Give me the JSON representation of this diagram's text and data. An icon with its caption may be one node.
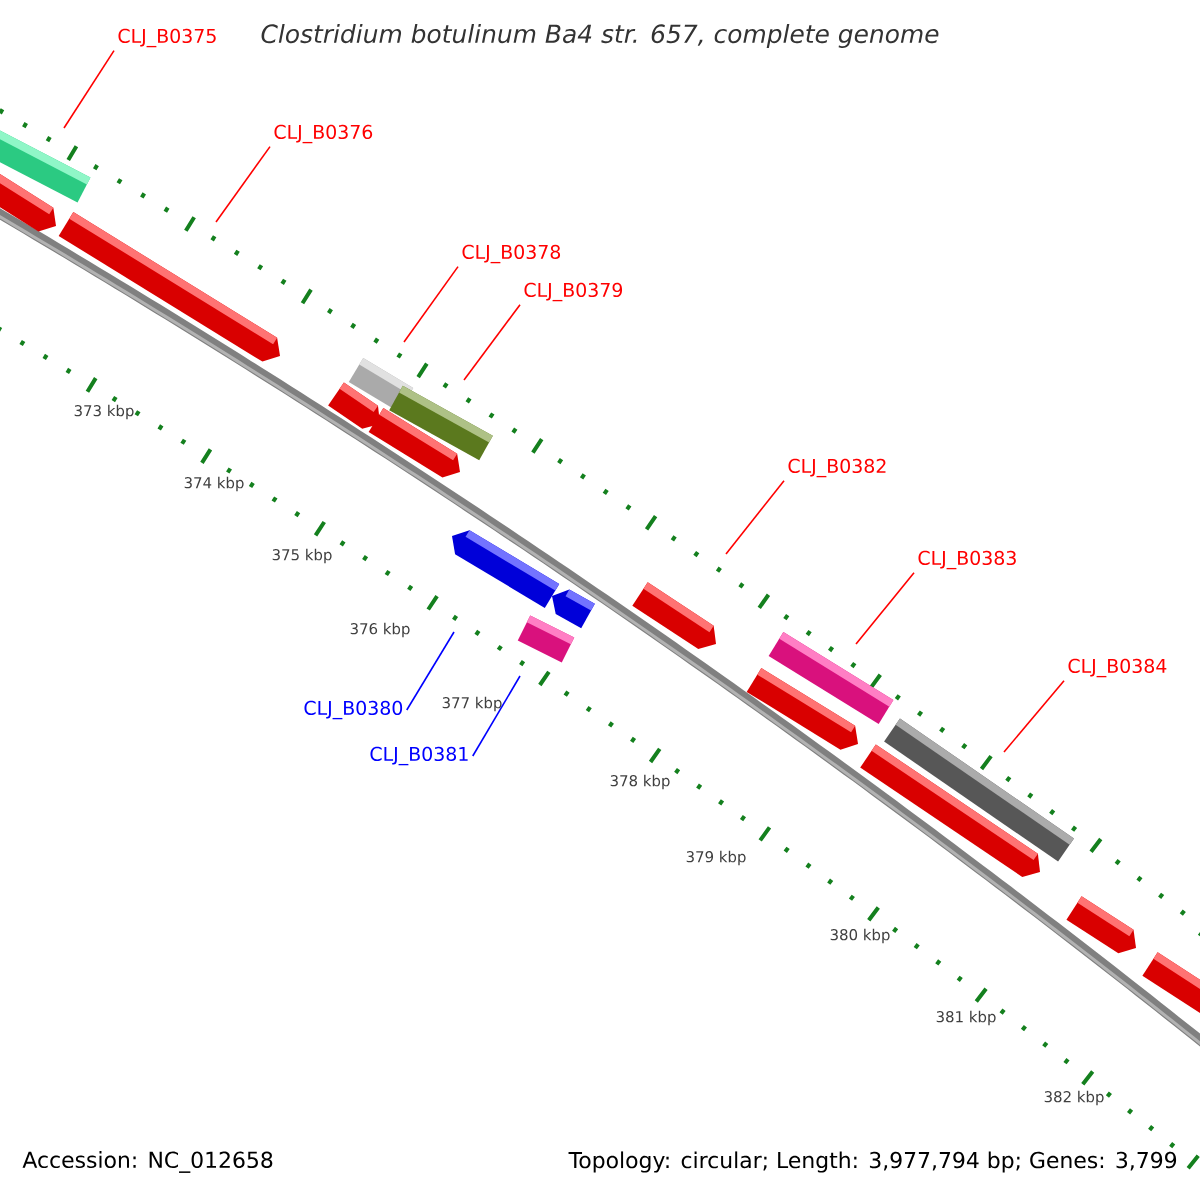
{
  "diagram": {
    "title": "Clostridium botulinum Ba4 str. 657, complete genome",
    "nodes": [
      {
        "text": [
          "CLJ_B0375"
        ]
      },
      {
        "text": [
          "CLJ_B0376"
        ]
      },
      {
        "text": [
          "CLJ_B0378"
        ]
      },
      {
        "text": [
          "CLJ_B0379"
        ]
      },
      {
        "text": [
          "CLJ_B0382"
        ]
      },
      {
        "text": [
          "CLJ_B0383"
        ]
      },
      {
        "text": [
          "CLJ_B0384"
        ]
      },
      {
        "text": [
          "CLJ_B0380"
        ]
      },
      {
        "text": [
          "CLJ_B0381"
        ]
      }
    ],
    "edges": [
      {
        "from": 0,
        "to": null,
        "arrow": "none"
      },
      {
        "from": 1,
        "to": null,
        "arrow": "none"
      },
      {
        "from": 2,
        "to": null,
        "arrow": "none"
      },
      {
        "from": 3,
        "to": null,
        "arrow": "none"
      },
      {
        "from": 4,
        "to": null,
        "arrow": "none"
      },
      {
        "from": 5,
        "to": null,
        "arrow": "none"
      },
      {
        "from": 6,
        "to": null,
        "arrow": "none"
      },
      {
        "from": 7,
        "to": null,
        "arrow": "none",
        "color": "#0000ff"
      },
      {
        "from": 8,
        "to": null,
        "arrow": "none",
        "color": "#0000ff"
      }
    ],
    "labels": [
      "373 kbp",
      "374 kbp",
      "375 kbp",
      "376 kbp",
      "377 kbp",
      "378 kbp",
      "379 kbp",
      "380 kbp",
      "381 kbp",
      "382 kbp",
      "Accession: NC_012658",
      "Topology: circular; Length: 3,977,794 bp; Genes: 3,799"
    ]
  }
}
